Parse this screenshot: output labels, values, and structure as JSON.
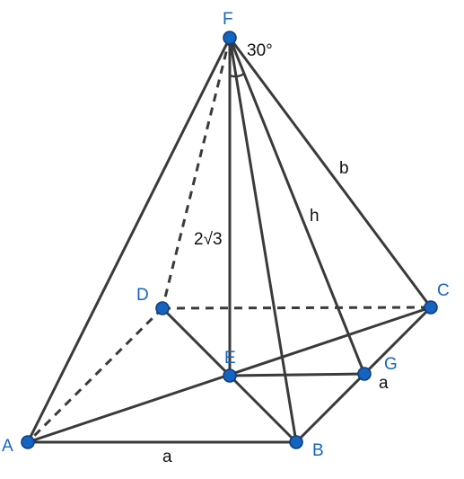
{
  "points": {
    "A": {
      "label": "A"
    },
    "B": {
      "label": "B"
    },
    "C": {
      "label": "C"
    },
    "D": {
      "label": "D"
    },
    "E": {
      "label": "E"
    },
    "F": {
      "label": "F"
    },
    "G": {
      "label": "G"
    }
  },
  "measurements": {
    "ab_length": "a",
    "bc_length": "a",
    "height_fe": "2√3",
    "slant_height": "h",
    "lateral_edge": "b",
    "apex_angle": "30°"
  },
  "colors": {
    "point": "#1565c0",
    "edge": "#3a3a3a"
  }
}
